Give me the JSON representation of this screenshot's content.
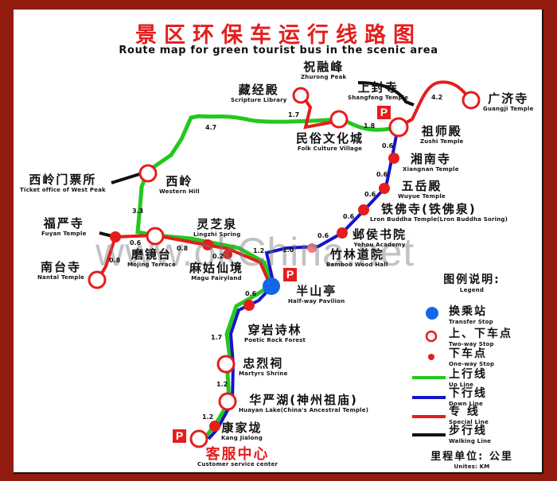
{
  "title": "景区环保车运行线路图",
  "subtitle": "Route map for green tourist bus in the scenic area",
  "colors": {
    "frame": "#911c0f",
    "up_line": "#22c81e",
    "down_line": "#1515c8",
    "special_line": "#e51d1d",
    "walking_line": "#111111",
    "transfer_stop": "#1466e8",
    "title": "#e51d1d"
  },
  "stops": {
    "zhurong": {
      "cn": "祝融峰",
      "en": "Zhurong Peak"
    },
    "shangfeng": {
      "cn": "上封寺",
      "en": "Shangfeng Temple"
    },
    "guangji": {
      "cn": "广济寺",
      "en": "Guangji Temple"
    },
    "scripture": {
      "cn": "藏经殿",
      "en": "Scripture Library"
    },
    "folk": {
      "cn": "民俗文化城",
      "en": "Folk Culture Village"
    },
    "zushi": {
      "cn": "祖师殿",
      "en": "Zushi Temple"
    },
    "xiangnan": {
      "cn": "湘南寺",
      "en": "Xiangnan Temple"
    },
    "wuyue": {
      "cn": "五岳殿",
      "en": "Wuyue Temple"
    },
    "iron_buddha": {
      "cn": "铁佛寺(铁佛泉)",
      "en": "Lron Buddha Temple(Lron Buddha Soring)"
    },
    "yehou": {
      "cn": "邺侯书院",
      "en": "Yehou Academy"
    },
    "bamboo": {
      "cn": "竹林道院",
      "en": "Bamboo Wood Hall"
    },
    "ticket": {
      "cn": "西岭门票所",
      "en": "Ticket office of West Peak"
    },
    "western_hill": {
      "cn": "西岭",
      "en": "Western Hill"
    },
    "fuyan": {
      "cn": "福严寺",
      "en": "Fuyan Temple"
    },
    "nantai": {
      "cn": "南台寺",
      "en": "Nantal Temple"
    },
    "mojing": {
      "cn": "磨镜台",
      "en": "Mojing Terrace"
    },
    "lingzhi": {
      "cn": "灵芝泉",
      "en": "Lingzhi Spring"
    },
    "magu": {
      "cn": "麻姑仙境",
      "en": "Magu Fairyland"
    },
    "halfway": {
      "cn": "半山亭",
      "en": "Half-way Pavilion"
    },
    "poetic": {
      "cn": "穿岩诗林",
      "en": "Poetic Rock Forest"
    },
    "martyrs": {
      "cn": "忠烈祠",
      "en": "Martyrs Shrine"
    },
    "huayan": {
      "cn": "华严湖(神州祖庙)",
      "en": "Huayan Lake(China's Ancestral Temple)"
    },
    "kang": {
      "cn": "康家垅",
      "en": "Kang Jialong"
    },
    "customer": {
      "cn": "客服中心",
      "en": "Customer service center"
    }
  },
  "distances": {
    "scripture_folk": "1.7",
    "western_folk": "4.7",
    "folk_zushi": "1.8",
    "zushi_guangji": "4.2",
    "zushi_xiangnan": "0.6",
    "xiangnan_wuyue": "0.6",
    "wuyue_iron": "0.6",
    "iron_yehou": "0.6",
    "yehou_bamboo": "0.6",
    "bamboo_halfway": "1.0",
    "western_mojing": "3.3",
    "fuyan_mojing": "0.6",
    "fuyan_nantai": "0.8",
    "mojing_lingzhi": "0.8",
    "lingzhi_magu": "0.2",
    "magu_halfway": "1.2",
    "halfway_poetic": "0.6",
    "poetic_martyrs": "1.7",
    "martyrs_huayan": "1.2",
    "huayan_kang": "1.2"
  },
  "parking_label": "P",
  "watermark": "www.okChina.net",
  "legend": {
    "title_cn": "图例说明:",
    "title_en": "Legend",
    "items": [
      {
        "cn": "换乘站",
        "en": "Transfer  Stop"
      },
      {
        "cn": "上、下车点",
        "en": "Two-way Stop"
      },
      {
        "cn": "下车点",
        "en": "One-way Stop"
      },
      {
        "cn": "上行线",
        "en": "Up Line"
      },
      {
        "cn": "下行线",
        "en": "Down Line"
      },
      {
        "cn": "专    线",
        "en": "Special Line"
      },
      {
        "cn": "步行线",
        "en": "Walking Line"
      }
    ],
    "units_cn": "里程单位: 公里",
    "units_en": "Unites:     KM"
  }
}
